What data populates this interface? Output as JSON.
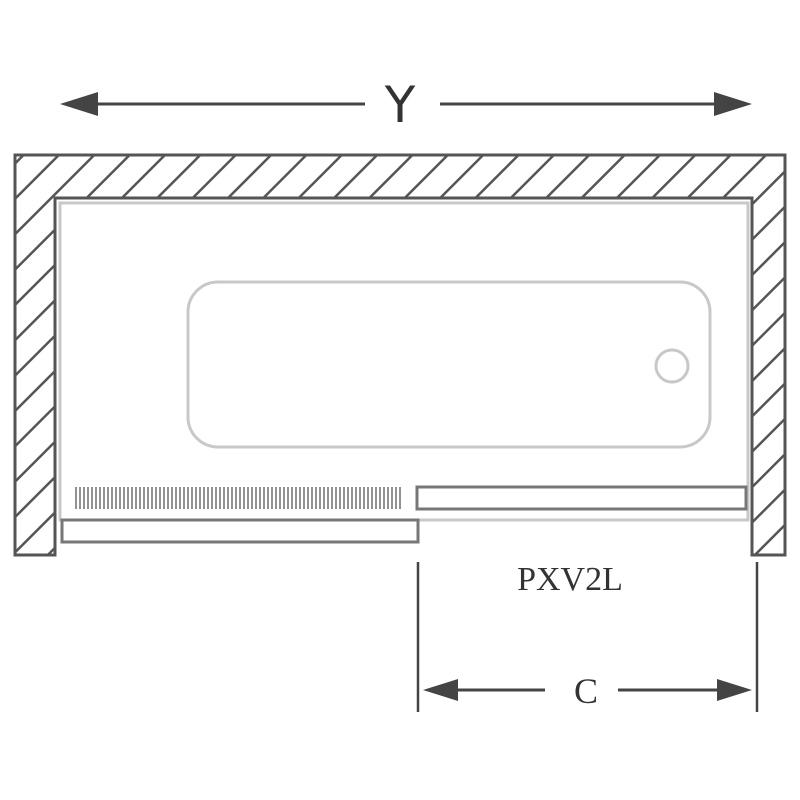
{
  "labels": {
    "overall_width": "Y",
    "model": "PXV2L",
    "opening_width": "C"
  },
  "colors": {
    "line": "#5a5a5a",
    "fixture": "#c8c8c8",
    "background": "#ffffff"
  },
  "icons": {
    "dimension_arrow": "arrow-icon",
    "drain": "drain-icon"
  }
}
